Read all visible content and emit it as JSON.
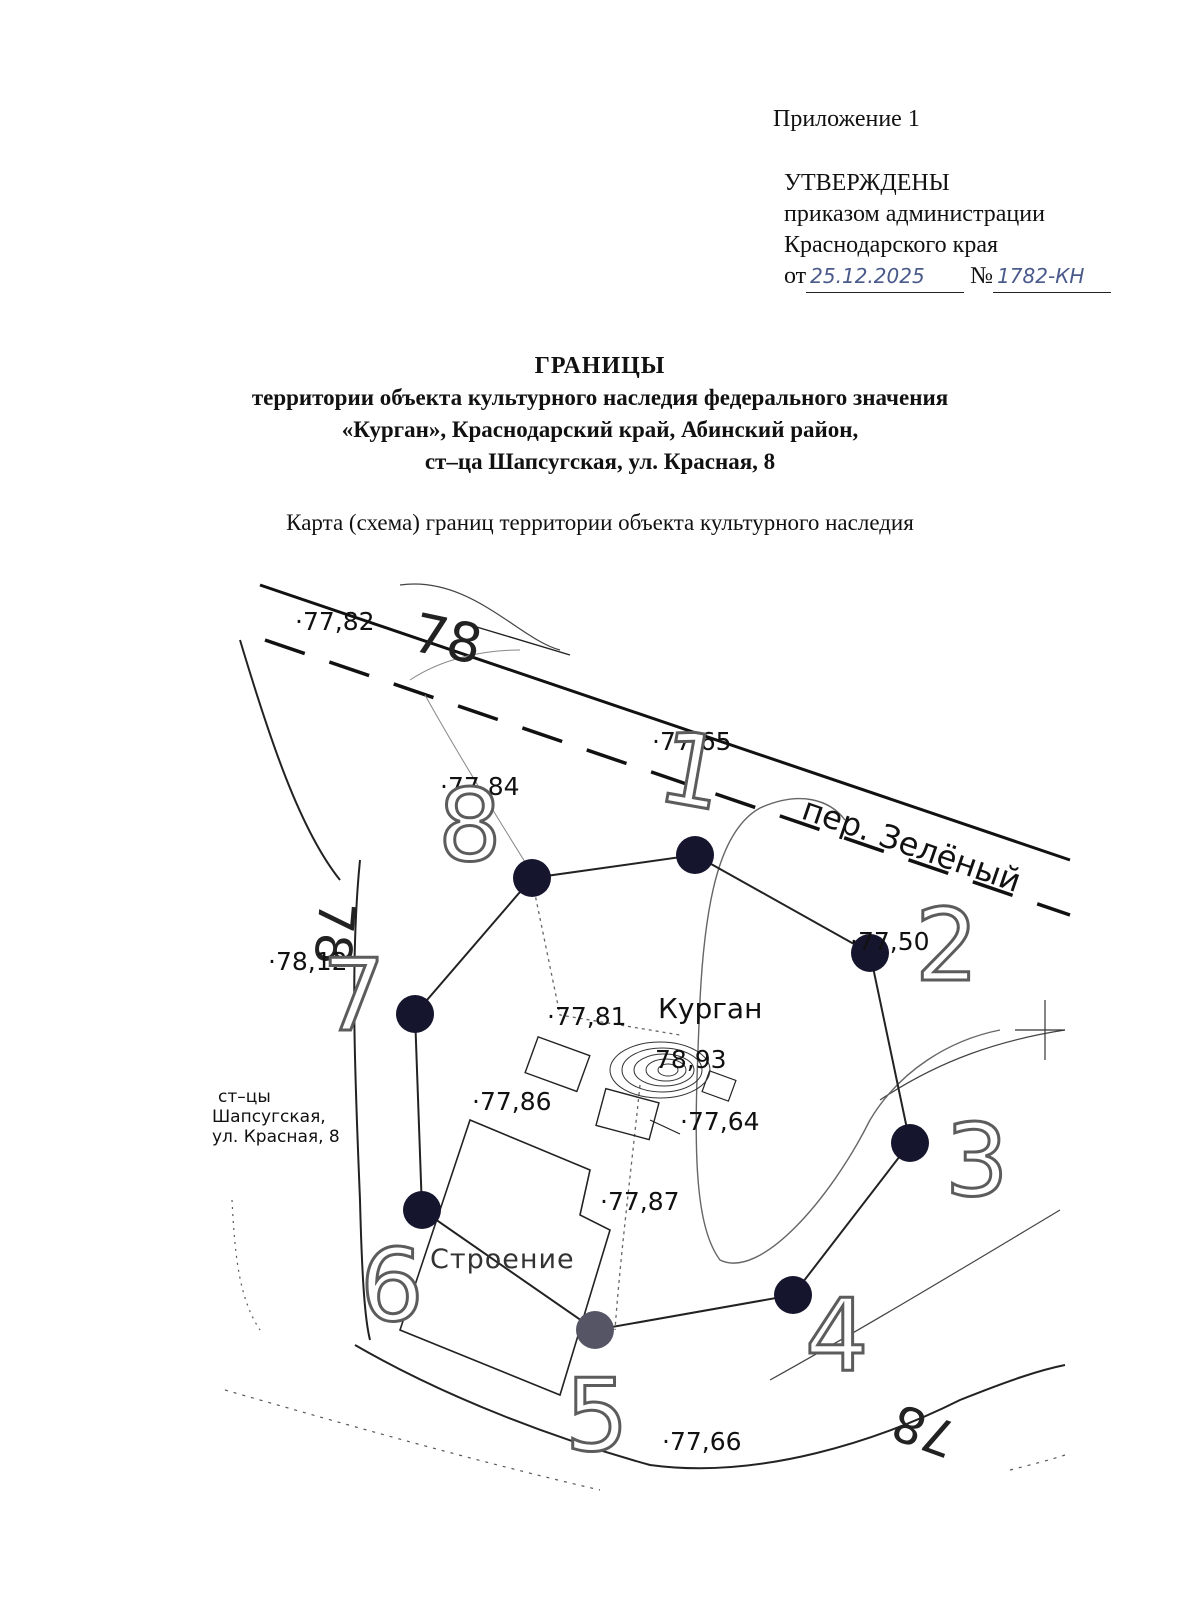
{
  "header": {
    "appendix": "Приложение 1",
    "approved": "УТВЕРЖДЕНЫ",
    "by_order": "приказом администрации",
    "region": "Краснодарского края",
    "date_prefix": "от",
    "date_value": "25.12.2025",
    "number_prefix": "№",
    "number_value": "1782-КН"
  },
  "title": {
    "main": "ГРАНИЦЫ",
    "line1": "территории объекта культурного наследия федерального значения",
    "line2": "«Курган», Краснодарский край, Абинский район,",
    "line3": "ст–ца Шапсугская, ул. Красная, 8"
  },
  "subtitle": "Карта (схема) границ территории объекта культурного наследия",
  "map": {
    "street_label": "пер. Зелёный",
    "kurgan_label": "Курган",
    "building_label": "Строение",
    "address_label": [
      "ст–цы",
      "Шапсугская,",
      "ул. Красная, 8"
    ],
    "contour_labels": [
      "78",
      "78",
      "78"
    ],
    "elevations": [
      "·77,82",
      "·77,65",
      "·77,84",
      "·77,50",
      "·78,12",
      "·77,81",
      "78,93",
      "·77,86",
      "·77,64",
      "·77,87",
      "·77,66"
    ],
    "point_numbers": [
      "1",
      "2",
      "3",
      "4",
      "5",
      "6",
      "7",
      "8"
    ],
    "colors": {
      "point_fill": "#15152e",
      "line": "#222222",
      "hand_numbers": "#6a6a6a"
    }
  }
}
